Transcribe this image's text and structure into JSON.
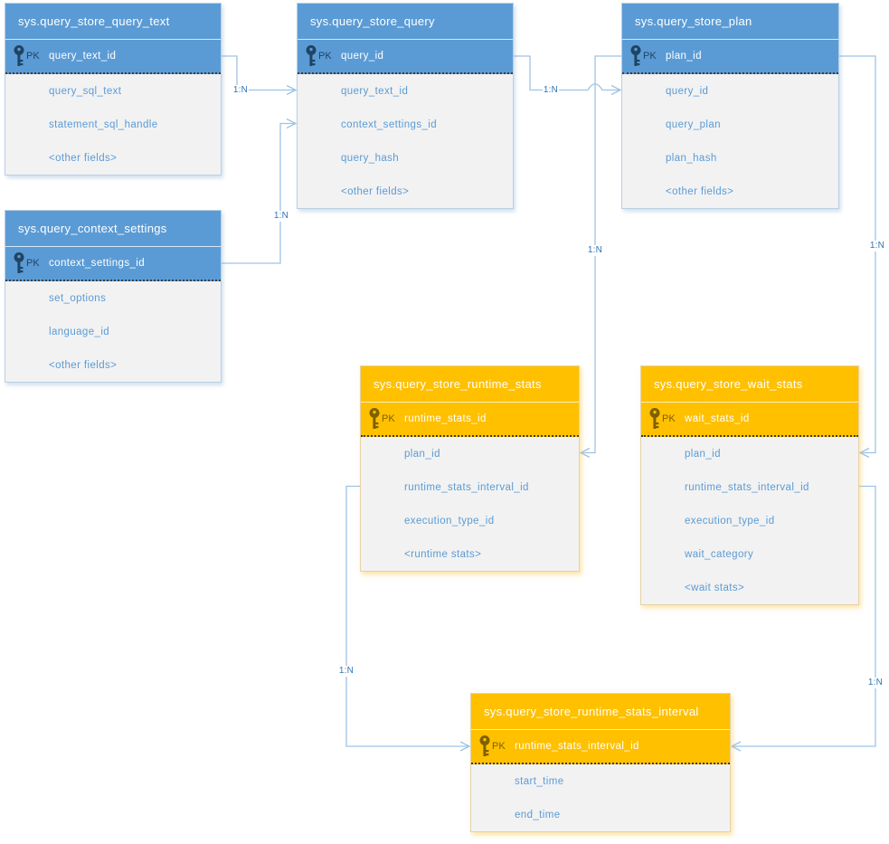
{
  "diagram_type": "entity-relationship",
  "colors": {
    "entity_blue": "#5B9BD5",
    "entity_orange": "#FFC000",
    "body_background": "#F2F2F2",
    "field_text": "#5B9BD5",
    "pk_text_blue": "#1F4464",
    "pk_text_orange": "#7F6000",
    "connector_line": "#9DC3E6",
    "cardinality_text": "#2E74B5"
  },
  "tables": [
    {
      "title": "sys.query_store_query_text",
      "theme": "blue",
      "pk_label": "PK",
      "pk_field": "query_text_id",
      "fields": [
        "query_sql_text",
        "statement_sql_handle",
        "<other fields>"
      ]
    },
    {
      "title": "sys.query_store_query",
      "theme": "blue",
      "pk_label": "PK",
      "pk_field": "query_id",
      "fields": [
        "query_text_id",
        "context_settings_id",
        "query_hash",
        "<other fields>"
      ]
    },
    {
      "title": "sys.query_store_plan",
      "theme": "blue",
      "pk_label": "PK",
      "pk_field": "plan_id",
      "fields": [
        "query_id",
        "query_plan",
        "plan_hash",
        "<other fields>"
      ]
    },
    {
      "title": "sys.query_context_settings",
      "theme": "blue",
      "pk_label": "PK",
      "pk_field": "context_settings_id",
      "fields": [
        "set_options",
        "language_id",
        "<other fields>"
      ]
    },
    {
      "title": "sys.query_store_runtime_stats",
      "theme": "orange",
      "pk_label": "PK",
      "pk_field": "runtime_stats_id",
      "fields": [
        "plan_id",
        "runtime_stats_interval_id",
        "execution_type_id",
        "<runtime stats>"
      ]
    },
    {
      "title": "sys.query_store_wait_stats",
      "theme": "orange",
      "pk_label": "PK",
      "pk_field": "wait_stats_id",
      "fields": [
        "plan_id",
        "runtime_stats_interval_id",
        "execution_type_id",
        "wait_category",
        "<wait stats>"
      ]
    },
    {
      "title": "sys.query_store_runtime_stats_interval",
      "theme": "orange",
      "pk_label": "PK",
      "pk_field": "runtime_stats_interval_id",
      "fields": [
        "start_time",
        "end_time"
      ]
    }
  ],
  "connectors": [
    {
      "label": "1:N",
      "from": "sys.query_store_query_text.query_text_id",
      "to": "sys.query_store_query.query_text_id"
    },
    {
      "label": "1:N",
      "from": "sys.query_context_settings.context_settings_id",
      "to": "sys.query_store_query.context_settings_id"
    },
    {
      "label": "1:N",
      "from": "sys.query_store_query.query_id",
      "to": "sys.query_store_plan.query_id"
    },
    {
      "label": "1:N",
      "from": "sys.query_store_plan.plan_id",
      "to": "sys.query_store_runtime_stats.plan_id"
    },
    {
      "label": "1:N",
      "from": "sys.query_store_plan.plan_id",
      "to": "sys.query_store_wait_stats.plan_id"
    },
    {
      "label": "1:N",
      "from": "sys.query_store_runtime_stats.runtime_stats_interval_id",
      "to": "sys.query_store_runtime_stats_interval.runtime_stats_interval_id"
    },
    {
      "label": "1:N",
      "from": "sys.query_store_wait_stats.runtime_stats_interval_id",
      "to": "sys.query_store_runtime_stats_interval.runtime_stats_interval_id"
    }
  ]
}
